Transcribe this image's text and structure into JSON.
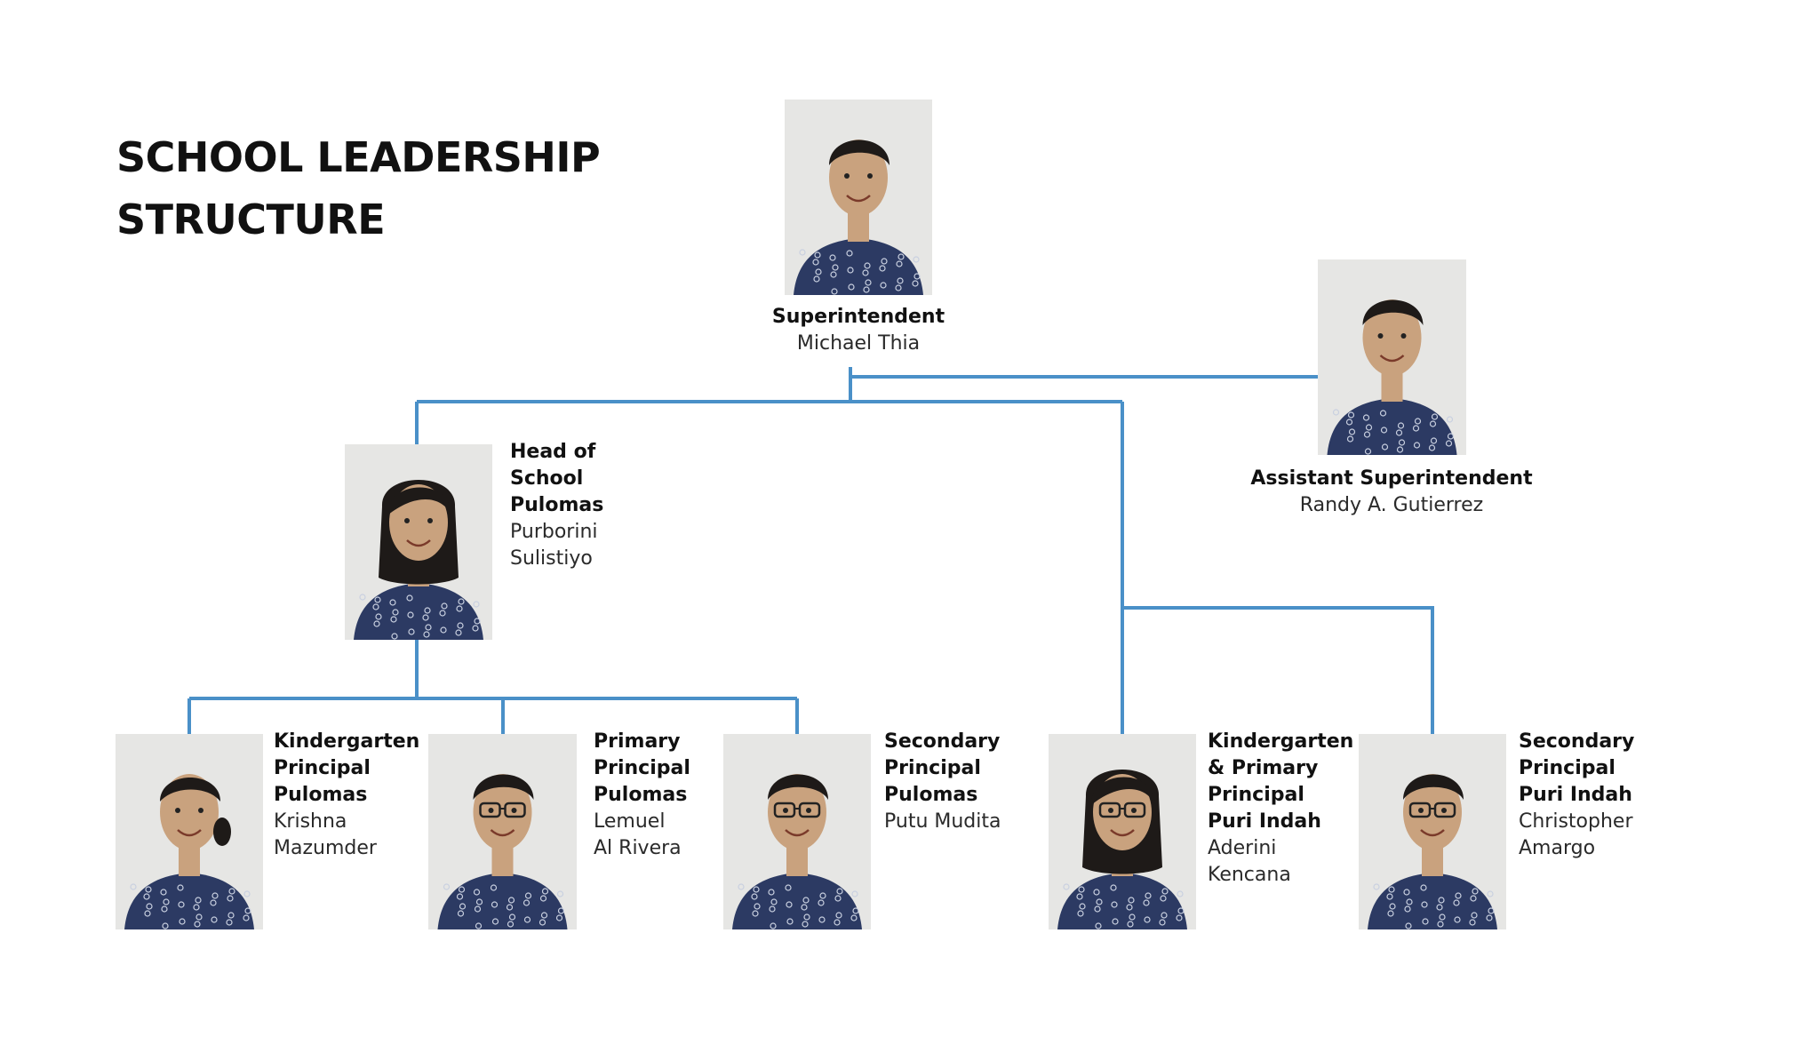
{
  "title": {
    "line1": "SCHOOL LEADERSHIP",
    "line2": "STRUCTURE"
  },
  "colors": {
    "connector": "#4a90c8",
    "batik": "#2c3a63",
    "batik_pattern": "#c9d0e0",
    "skin": "#c9a27e",
    "hair": "#1e1a18",
    "background_photo": "#e6e6e4"
  },
  "people": {
    "superintendent": {
      "role": "Superintendent",
      "name": "Michael Thia"
    },
    "assistant_superintendent": {
      "role": "Assistant Superintendent",
      "name": "Randy A. Gutierrez"
    },
    "head_pulomas": {
      "role": "Head of\nSchool\nPulomas",
      "name": "Purborini\nSulistiyo"
    },
    "kg_principal_pulomas": {
      "role": "Kindergarten\nPrincipal\nPulomas",
      "name": "Krishna\nMazumder"
    },
    "primary_principal_pulomas": {
      "role": "Primary\nPrincipal\nPulomas",
      "name": "Lemuel\nAl Rivera"
    },
    "secondary_principal_pulomas": {
      "role": "Secondary\nPrincipal\nPulomas",
      "name": "Putu Mudita"
    },
    "kg_primary_principal_puri_indah": {
      "role": "Kindergarten\n& Primary\nPrincipal\nPuri Indah",
      "name": "Aderini\nKencana"
    },
    "secondary_principal_puri_indah": {
      "role": "Secondary\nPrincipal\nPuri Indah",
      "name": "Christopher\nAmargo"
    }
  }
}
